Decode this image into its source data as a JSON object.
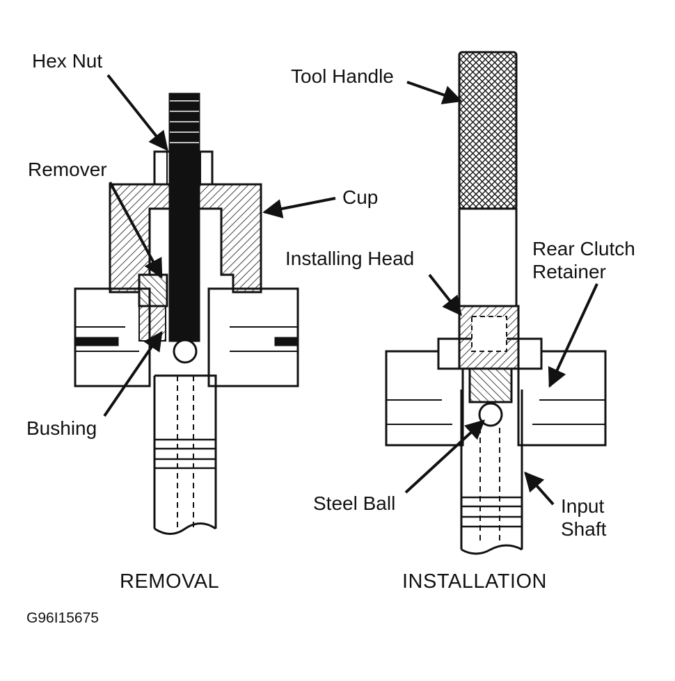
{
  "removal": {
    "caption": "REMOVAL",
    "labels": {
      "hex_nut": "Hex Nut",
      "remover": "Remover",
      "cup": "Cup",
      "bushing": "Bushing"
    }
  },
  "installation": {
    "caption": "INSTALLATION",
    "labels": {
      "tool_handle": "Tool Handle",
      "installing_head": "Installing Head",
      "rear_clutch_retainer_line1": "Rear Clutch",
      "rear_clutch_retainer_line2": "Retainer",
      "steel_ball": "Steel Ball",
      "input_shaft_line1": "Input",
      "input_shaft_line2": "Shaft"
    }
  },
  "figure_code": "G96I15675",
  "colors": {
    "ink": "#111111",
    "paper": "#ffffff"
  }
}
